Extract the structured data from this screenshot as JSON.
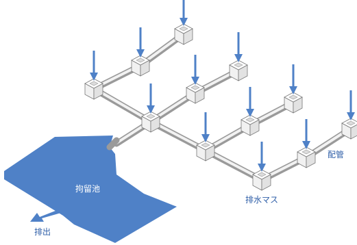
{
  "labels": {
    "pond": "拘留池",
    "discharge": "排出",
    "basin": "排水マス",
    "pipe": "配管"
  },
  "colors": {
    "water": "#4f81c7",
    "arrow": "#4f81c7",
    "pipe_light": "#f2f2f2",
    "pipe_dark": "#9a9a9a",
    "box_face": "#ffffff",
    "box_edge": "#777777",
    "label_blue": "#2f5fa8",
    "label_white": "#ffffff"
  },
  "icons": {
    "inflow": "down-arrow-icon",
    "outflow": "left-down-arrow-icon"
  }
}
